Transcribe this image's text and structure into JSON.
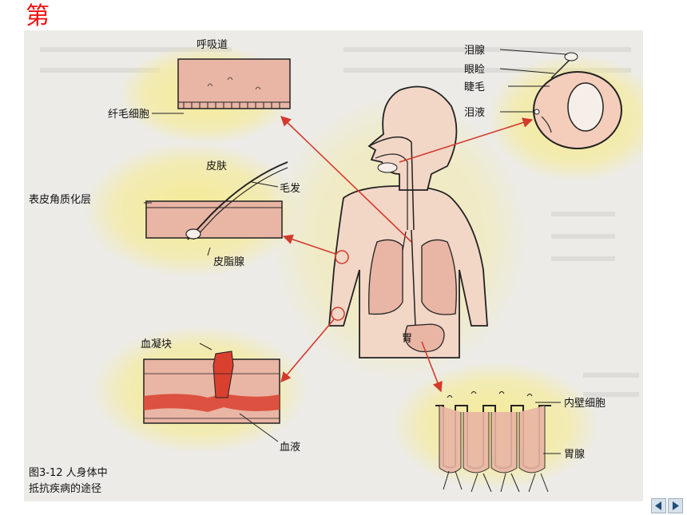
{
  "slide": {
    "vertical_title": [
      "第",
      "一",
      "道",
      "防",
      "线"
    ]
  },
  "figure": {
    "labels": {
      "airway": "呼吸道",
      "cilia_cells": "纤毛细胞",
      "skin": "皮肤",
      "hair": "毛发",
      "keratin_layer": "表皮角质化层",
      "sebaceous_gland": "皮脂腺",
      "tear_gland": "泪腺",
      "eyelid": "眼睑",
      "eyelash": "睫毛",
      "tears": "泪液",
      "blood_clot": "血凝块",
      "blood": "血液",
      "stomach": "胃",
      "inner_wall_cells": "内壁细胞",
      "gastric_gland": "胃腺"
    },
    "caption_line1": "图3-12 人身体中",
    "caption_line2": "抵抗疾病的途径"
  },
  "colors": {
    "title_red": "#ee1111",
    "arrow_red": "#d33a2c",
    "skin_pink": "#e9b5a4",
    "blood_red": "#d9402e",
    "glow_yellow": "#f7eb8a",
    "body_fill": "#f2d6c6"
  },
  "nav": {
    "prev_icon": "triangle-left-icon",
    "next_icon": "triangle-right-icon"
  }
}
